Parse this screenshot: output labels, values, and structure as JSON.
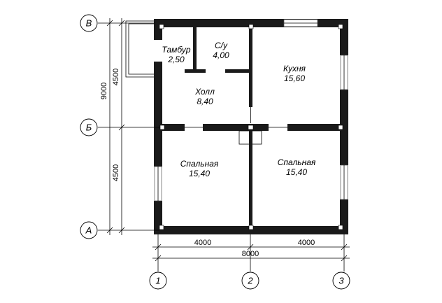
{
  "axes": {
    "horizontal": [
      "В",
      "Б",
      "А"
    ],
    "vertical": [
      "1",
      "2",
      "3"
    ]
  },
  "dimensions": {
    "total_height": "9000",
    "upper_height": "4500",
    "lower_height": "4500",
    "left_width": "4000",
    "right_width": "4000",
    "total_width": "8000"
  },
  "rooms": {
    "vestibule": {
      "name": "Тамбур",
      "area": "2,50"
    },
    "wc": {
      "name": "С/у",
      "area": "4,00"
    },
    "kitchen": {
      "name": "Кухня",
      "area": "15,60"
    },
    "hall": {
      "name": "Холл",
      "area": "8,40"
    },
    "bedroom_left": {
      "name": "Спальная",
      "area": "15,40"
    },
    "bedroom_right": {
      "name": "Спальная",
      "area": "15,40"
    }
  }
}
